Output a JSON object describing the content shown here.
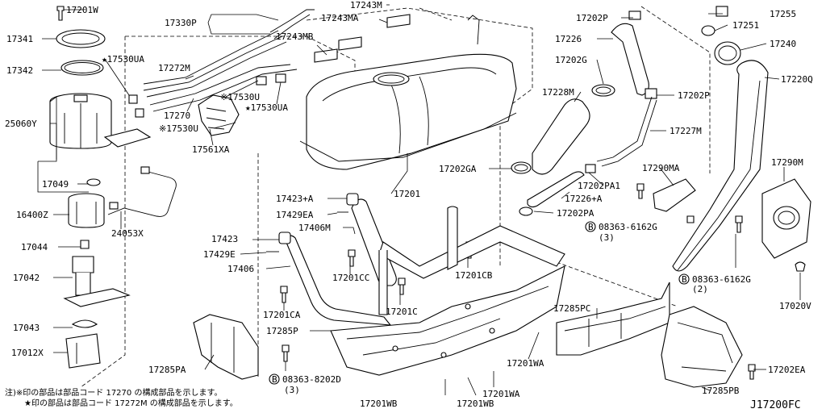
{
  "diagram": {
    "callouts": [
      {
        "key": "17201W",
        "text": "17201W"
      },
      {
        "key": "17341",
        "text": "17341"
      },
      {
        "key": "17342",
        "text": "17342"
      },
      {
        "key": "17530UA_a",
        "text": "★17530UA"
      },
      {
        "key": "17272M",
        "text": "17272M"
      },
      {
        "key": "25060Y",
        "text": "25060Y"
      },
      {
        "key": "17270",
        "text": "17270"
      },
      {
        "key": "17530U_a",
        "text": "※17530U"
      },
      {
        "key": "17530U_b",
        "text": "※17530U"
      },
      {
        "key": "17530UA_b",
        "text": "★17530UA"
      },
      {
        "key": "17561XA",
        "text": "17561XA"
      },
      {
        "key": "17049",
        "text": "17049"
      },
      {
        "key": "16400Z",
        "text": "16400Z"
      },
      {
        "key": "24053X",
        "text": "24053X"
      },
      {
        "key": "17044",
        "text": "17044"
      },
      {
        "key": "17042",
        "text": "17042"
      },
      {
        "key": "17043",
        "text": "17043"
      },
      {
        "key": "17012X",
        "text": "17012X"
      },
      {
        "key": "17330P",
        "text": "17330P"
      },
      {
        "key": "17243M",
        "text": "17243M"
      },
      {
        "key": "17243MA",
        "text": "17243MA"
      },
      {
        "key": "17243MB",
        "text": "17243MB"
      },
      {
        "key": "17201",
        "text": "17201"
      },
      {
        "key": "17423A",
        "text": "17423+A"
      },
      {
        "key": "17429EA",
        "text": "17429EA"
      },
      {
        "key": "17406M",
        "text": "17406M"
      },
      {
        "key": "17423",
        "text": "17423"
      },
      {
        "key": "17429E",
        "text": "17429E"
      },
      {
        "key": "17406",
        "text": "17406"
      },
      {
        "key": "17201CC",
        "text": "17201CC"
      },
      {
        "key": "17201CB",
        "text": "17201CB"
      },
      {
        "key": "17201CA",
        "text": "17201CA"
      },
      {
        "key": "17201C",
        "text": "17201C"
      },
      {
        "key": "17285P",
        "text": "17285P"
      },
      {
        "key": "17285PA",
        "text": "17285PA"
      },
      {
        "key": "08363_8202D",
        "text": "08363-8202D"
      },
      {
        "key": "qty3_a",
        "text": "(3)"
      },
      {
        "key": "17201WB_a",
        "text": "17201WB"
      },
      {
        "key": "17201WB_b",
        "text": "17201WB"
      },
      {
        "key": "17201WA_a",
        "text": "17201WA"
      },
      {
        "key": "17201WA_b",
        "text": "17201WA"
      },
      {
        "key": "17285PC",
        "text": "17285PC"
      },
      {
        "key": "17202P_a",
        "text": "17202P"
      },
      {
        "key": "17226",
        "text": "17226"
      },
      {
        "key": "17202G",
        "text": "17202G"
      },
      {
        "key": "17228M",
        "text": "17228M"
      },
      {
        "key": "17202P_b",
        "text": "17202P"
      },
      {
        "key": "17227M",
        "text": "17227M"
      },
      {
        "key": "17202GA",
        "text": "17202GA"
      },
      {
        "key": "17290MA",
        "text": "17290MA"
      },
      {
        "key": "17202PA1",
        "text": "17202PA1"
      },
      {
        "key": "17226A",
        "text": "17226+A"
      },
      {
        "key": "17202PA",
        "text": "17202PA"
      },
      {
        "key": "08363_6162G_a",
        "text": "08363-6162G"
      },
      {
        "key": "qty3_b",
        "text": "(3)"
      },
      {
        "key": "17255",
        "text": "17255"
      },
      {
        "key": "17251",
        "text": "17251"
      },
      {
        "key": "17240",
        "text": "17240"
      },
      {
        "key": "17220Q",
        "text": "17220Q"
      },
      {
        "key": "17290M",
        "text": "17290M"
      },
      {
        "key": "08363_6162G_b",
        "text": "08363-6162G"
      },
      {
        "key": "qty2",
        "text": "(2)"
      },
      {
        "key": "17020V",
        "text": "17020V"
      },
      {
        "key": "17202EA",
        "text": "17202EA"
      },
      {
        "key": "17285PB",
        "text": "17285PB"
      },
      {
        "key": "bolt_b1",
        "text": "B"
      },
      {
        "key": "bolt_b2",
        "text": "B"
      },
      {
        "key": "bolt_b3",
        "text": "B"
      }
    ],
    "notes": [
      "注)※印の部品は部品コード 17270 の構成部品を示します。",
      "★印の部品は部品コード 17272M の構成部品を示します。"
    ],
    "diagram_code": "J17200FC"
  }
}
